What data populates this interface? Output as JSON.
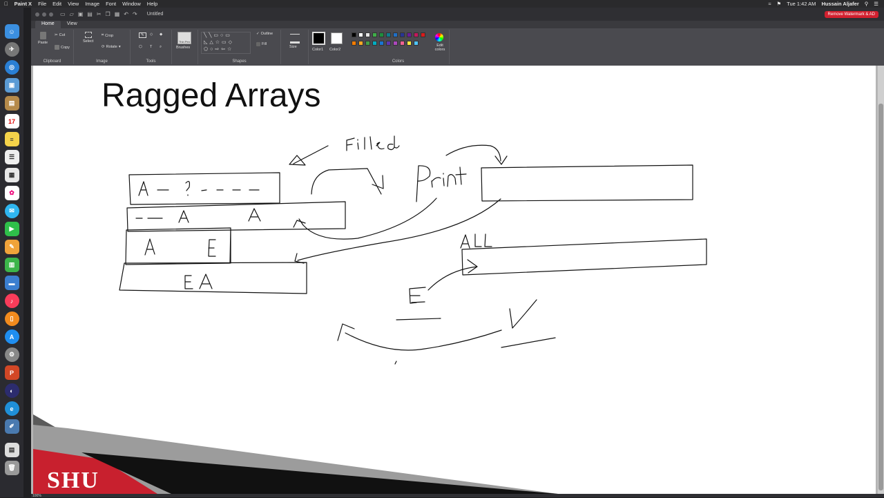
{
  "menubar": {
    "app": "Paint X",
    "items": [
      "File",
      "Edit",
      "View",
      "Image",
      "Font",
      "Window",
      "Help"
    ],
    "time": "Tue 1:42 AM",
    "user": "Hussain Aljafer"
  },
  "window": {
    "title": "Untitled",
    "watermark_btn": "Remove Watermark & AD"
  },
  "ribbon": {
    "tabs": [
      "Home",
      "View"
    ],
    "clipboard": {
      "label": "Clipboard",
      "paste": "Paste",
      "cut": "Cut",
      "copy": "Copy"
    },
    "image": {
      "label": "Image",
      "select": "Select",
      "crop": "Crop",
      "rotate": "Rotate"
    },
    "tools": {
      "label": "Tools"
    },
    "brushes": {
      "label": "Brushes",
      "thumb": "Thin Pen"
    },
    "shapes": {
      "label": "Shapes",
      "outline": "Outline",
      "fill": "Fill"
    },
    "size": {
      "label": "Size"
    },
    "color1": "Color1",
    "color2": "Color2",
    "colors": {
      "label": "Colors",
      "edit": "Edit colors"
    }
  },
  "palette": [
    "#000000",
    "#ffffff",
    "#e6e6e6",
    "#3fae49",
    "#1e8e3e",
    "#0f7c8c",
    "#1f6fc6",
    "#283593",
    "#6a1b9a",
    "#c2185b",
    "#d81b1b",
    "#f57c00",
    "#f9a825",
    "#43a047",
    "#00acc1",
    "#1976d2",
    "#5e35b1",
    "#ab47bc",
    "#f06292",
    "#ffeb3b",
    "#4fc3f7"
  ],
  "canvas": {
    "title": "Ragged Arrays",
    "logo": "SHU"
  },
  "status": {
    "zoom": "100%"
  }
}
